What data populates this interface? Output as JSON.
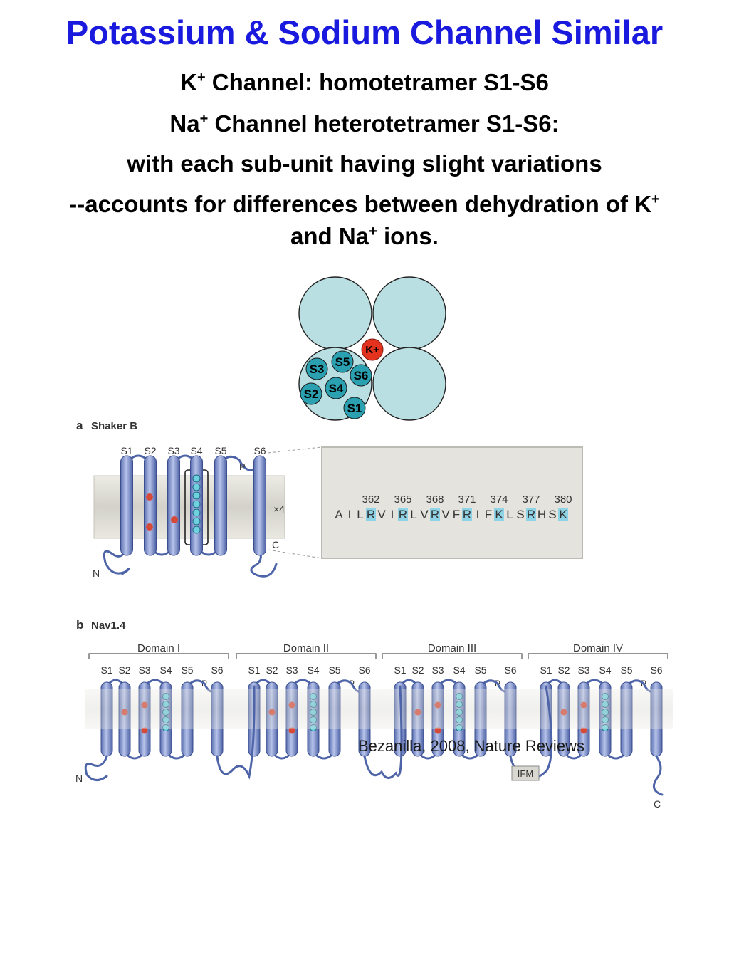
{
  "title": "Potassium & Sodium Channel Similar",
  "lines": {
    "k_channel_ion": "K",
    "k_channel_rest": "Channel: homotetramer S1-S6",
    "na_channel_ion": "Na",
    "na_channel_rest": "Channel heterotetramer S1-S6:",
    "variation": "with each sub-unit having slight variations",
    "accounts_pre": "--accounts for differences between dehydration of K",
    "and_na_pre": "and Na",
    "and_na_post": "ions.",
    "plus": "+"
  },
  "top_view": {
    "pore_label": "K+",
    "segments": [
      "S1",
      "S2",
      "S3",
      "S4",
      "S5",
      "S6"
    ],
    "colors": {
      "subunit_fill": "#b9dfe3",
      "segment_fill": "#2aa0b0",
      "pore_fill": "#e3321d"
    }
  },
  "shaker": {
    "panel_letter": "a",
    "panel_title": "Shaker B",
    "segments": [
      "S1",
      "S2",
      "S3",
      "S4",
      "S5",
      "S6"
    ],
    "p_label": "P",
    "n_label": "N",
    "c_label": "C",
    "multiplier": "×4",
    "residue_numbers": [
      "362",
      "365",
      "368",
      "371",
      "374",
      "377",
      "380"
    ],
    "sequence": [
      "A",
      "I",
      "L",
      "R",
      "V",
      "I",
      "R",
      "L",
      "V",
      "R",
      "V",
      "F",
      "R",
      "I",
      "F",
      "K",
      "L",
      "S",
      "R",
      "H",
      "S",
      "K"
    ],
    "highlighted_indices": [
      3,
      6,
      9,
      12,
      15,
      18,
      21
    ]
  },
  "nav": {
    "panel_letter": "b",
    "panel_title": "Nav1.4",
    "domains": [
      "Domain I",
      "Domain II",
      "Domain III",
      "Domain IV"
    ],
    "segments": [
      "S1",
      "S2",
      "S3",
      "S4",
      "S5",
      "S6"
    ],
    "p_label": "P",
    "n_label": "N",
    "c_label": "C",
    "ifm_label": "IFM"
  },
  "citation": "Bezanilla, 2008, Nature Reviews"
}
